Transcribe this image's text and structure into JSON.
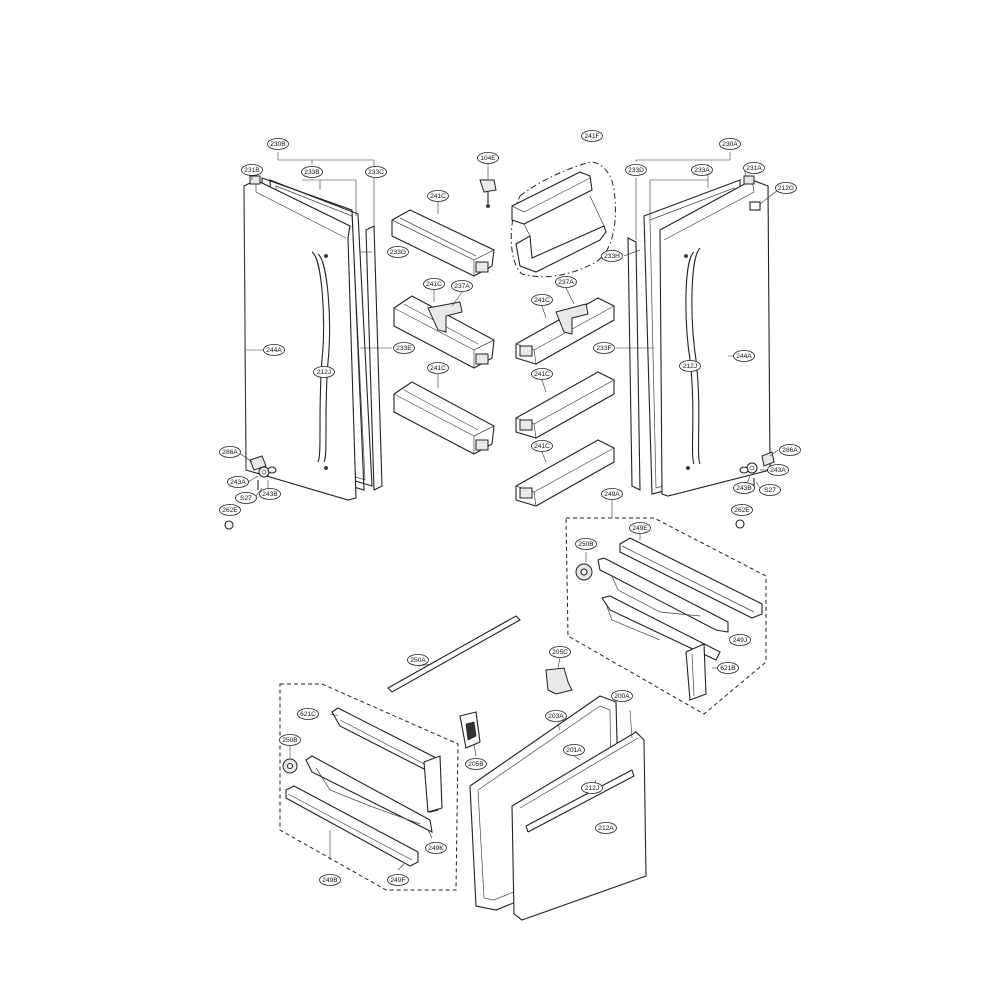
{
  "diagram": {
    "labels": [
      {
        "id": "l230B",
        "text": "230B"
      },
      {
        "id": "l231B",
        "text": "231B"
      },
      {
        "id": "l233B",
        "text": "233B"
      },
      {
        "id": "l233C",
        "text": "233C"
      },
      {
        "id": "l233G",
        "text": "233G"
      },
      {
        "id": "l233E",
        "text": "233E"
      },
      {
        "id": "l244A_l",
        "text": "244A"
      },
      {
        "id": "l212J_l",
        "text": "212J"
      },
      {
        "id": "l286A_l",
        "text": "286A"
      },
      {
        "id": "l243A_l",
        "text": "243A"
      },
      {
        "id": "l243B_l",
        "text": "243B"
      },
      {
        "id": "lS27_l",
        "text": "S27"
      },
      {
        "id": "l262E_l",
        "text": "262E"
      },
      {
        "id": "l104E",
        "text": "104E"
      },
      {
        "id": "l241F",
        "text": "241F"
      },
      {
        "id": "l241C_1",
        "text": "241C"
      },
      {
        "id": "l241C_2",
        "text": "241C"
      },
      {
        "id": "l237A_l",
        "text": "237A"
      },
      {
        "id": "l241C_3",
        "text": "241C"
      },
      {
        "id": "l237A_r",
        "text": "237A"
      },
      {
        "id": "l241C_4",
        "text": "241C"
      },
      {
        "id": "l241C_5",
        "text": "241C"
      },
      {
        "id": "l241C_6",
        "text": "241C"
      },
      {
        "id": "l233H",
        "text": "233H"
      },
      {
        "id": "l233F",
        "text": "233F"
      },
      {
        "id": "l230A",
        "text": "230A"
      },
      {
        "id": "l233D",
        "text": "233D"
      },
      {
        "id": "l233A",
        "text": "233A"
      },
      {
        "id": "l231A",
        "text": "231A"
      },
      {
        "id": "l212G",
        "text": "212G"
      },
      {
        "id": "l244A_r",
        "text": "244A"
      },
      {
        "id": "l212J_r",
        "text": "212J"
      },
      {
        "id": "l286A_r",
        "text": "286A"
      },
      {
        "id": "l243A_r",
        "text": "243A"
      },
      {
        "id": "l243B_r",
        "text": "243B"
      },
      {
        "id": "lS27_r",
        "text": "S27"
      },
      {
        "id": "l262E_r",
        "text": "262E"
      },
      {
        "id": "l249A",
        "text": "249A"
      },
      {
        "id": "l249E",
        "text": "249E"
      },
      {
        "id": "l250B_r",
        "text": "250B"
      },
      {
        "id": "l249J",
        "text": "249J"
      },
      {
        "id": "l621B",
        "text": "621B"
      },
      {
        "id": "l205C",
        "text": "205C"
      },
      {
        "id": "l250A",
        "text": "250A"
      },
      {
        "id": "l200A",
        "text": "200A"
      },
      {
        "id": "l203A",
        "text": "203A"
      },
      {
        "id": "l201A",
        "text": "201A"
      },
      {
        "id": "l212J_d",
        "text": "212J"
      },
      {
        "id": "l212A",
        "text": "212A"
      },
      {
        "id": "l205B",
        "text": "205B"
      },
      {
        "id": "l621C",
        "text": "621C"
      },
      {
        "id": "l250B_l",
        "text": "250B"
      },
      {
        "id": "l249K",
        "text": "249K"
      },
      {
        "id": "l249B",
        "text": "249B"
      },
      {
        "id": "l249F",
        "text": "249F"
      }
    ]
  }
}
